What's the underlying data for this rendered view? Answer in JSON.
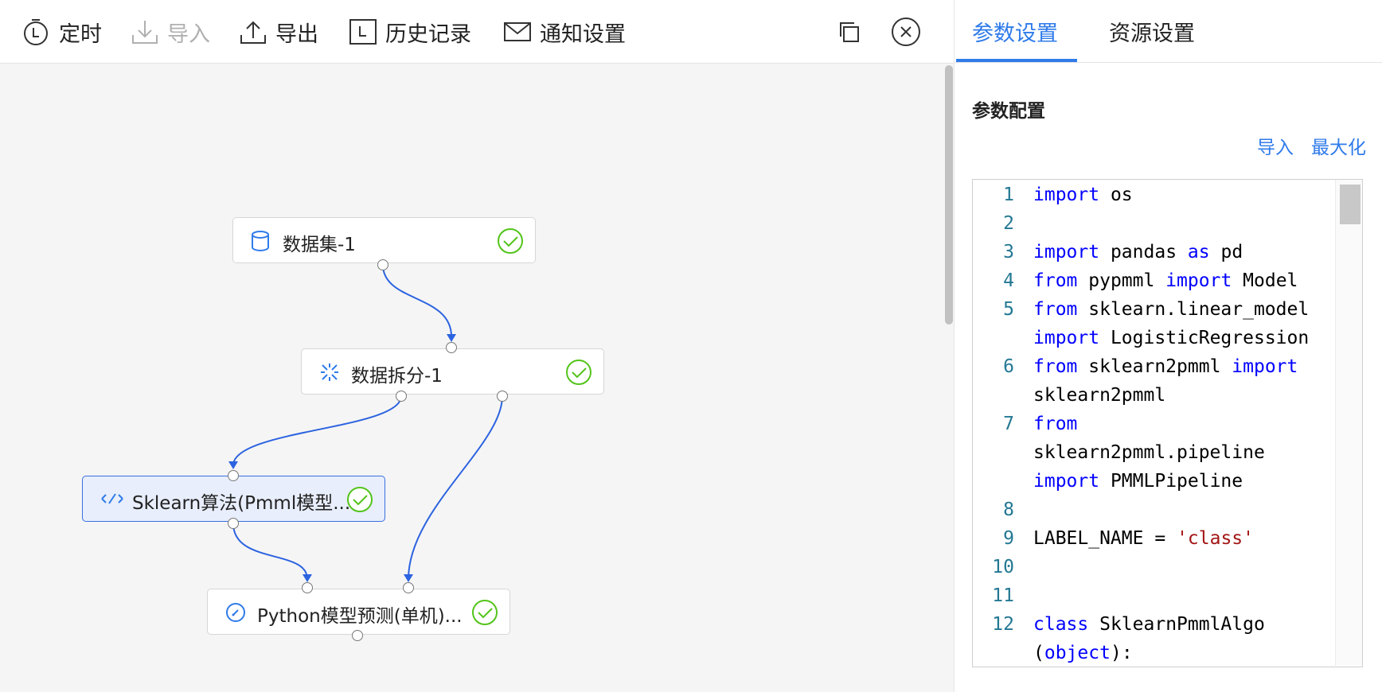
{
  "toolbar": {
    "timer": "定时",
    "import": "导入",
    "export": "导出",
    "history": "历史记录",
    "notify": "通知设置"
  },
  "nodes": {
    "dataset": "数据集-1",
    "split": "数据拆分-1",
    "sklearn": "Sklearn算法(Pmml模型...",
    "predict": "Python模型预测(单机)..."
  },
  "panel": {
    "tabs": [
      "参数设置",
      "资源设置"
    ],
    "section_title": "参数配置",
    "import_link": "导入",
    "maximize_link": "最大化"
  },
  "code": {
    "lines": [
      {
        "n": "1",
        "text": "import os"
      },
      {
        "n": "2",
        "text": ""
      },
      {
        "n": "3",
        "text": "import pandas as pd"
      },
      {
        "n": "4",
        "text": "from pypmml import Model"
      },
      {
        "n": "5",
        "text": "from sklearn.linear_model"
      },
      {
        "n": "",
        "text": "import LogisticRegression"
      },
      {
        "n": "6",
        "text": "from sklearn2pmml import"
      },
      {
        "n": "",
        "text": "sklearn2pmml"
      },
      {
        "n": "7",
        "text": "from"
      },
      {
        "n": "",
        "text": "sklearn2pmml.pipeline"
      },
      {
        "n": "",
        "text": "import PMMLPipeline"
      },
      {
        "n": "8",
        "text": ""
      },
      {
        "n": "9",
        "text": "LABEL_NAME = 'class'"
      },
      {
        "n": "10",
        "text": ""
      },
      {
        "n": "11",
        "text": ""
      },
      {
        "n": "12",
        "text": "class SklearnPmmlAlgo"
      },
      {
        "n": "",
        "text": "(object):"
      }
    ]
  }
}
